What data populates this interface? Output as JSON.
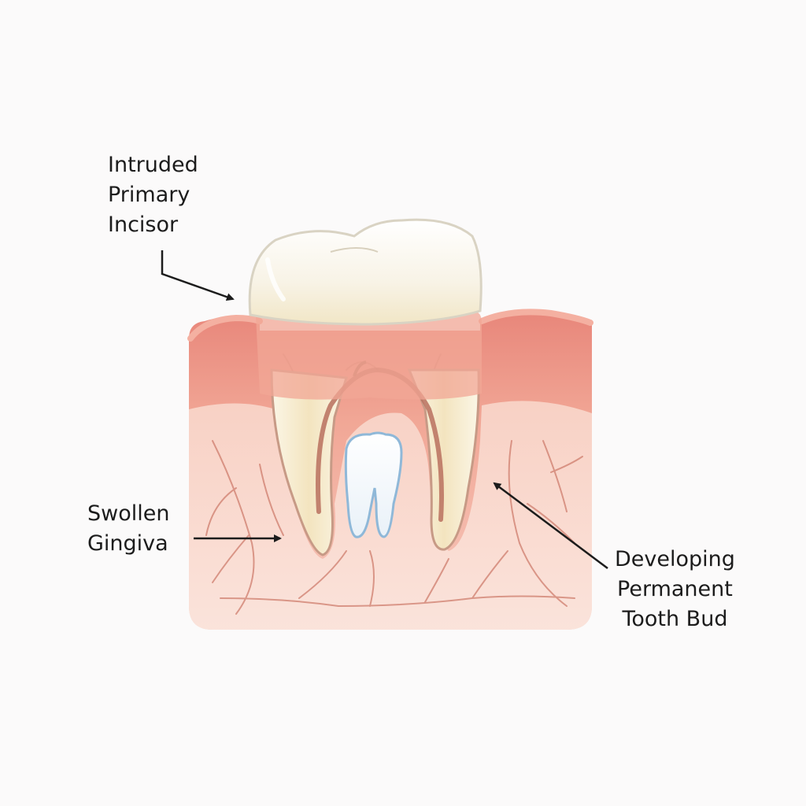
{
  "labels": {
    "incisor": [
      "Intruded",
      "Primary",
      "Incisor"
    ],
    "gingiva": [
      "Swollen",
      "Gingiva"
    ],
    "bud": [
      "Developing",
      "Permanent",
      "Tooth Bud"
    ]
  },
  "colors": {
    "background": "#fbfafa",
    "gum_dark": "#e8867a",
    "gum_light": "#f7c9bd",
    "tissue": "#fbe1d8",
    "vessel": "#cf7d6d",
    "enamel": "#fdfaf2",
    "root": "#f3e7c6",
    "bud_outline": "#8fb8d8",
    "text": "#1c1c1c"
  }
}
